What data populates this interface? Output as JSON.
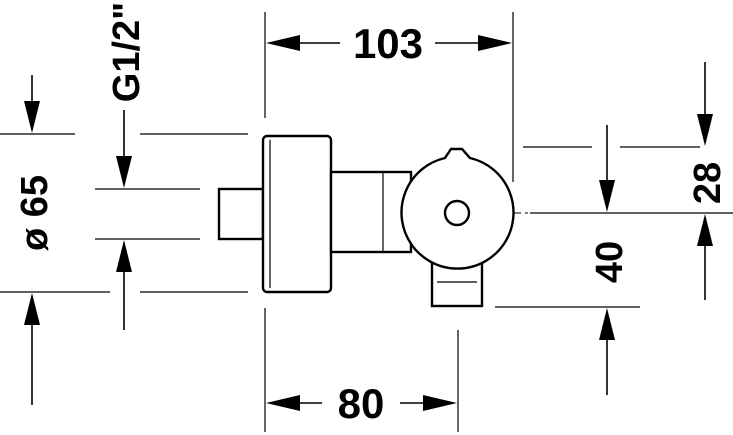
{
  "drawing": {
    "dimensions": {
      "width_top": "103",
      "width_bottom": "80",
      "diameter": "ø 65",
      "thread": "G1/2\"",
      "height_40": "40",
      "height_28": "28"
    }
  }
}
